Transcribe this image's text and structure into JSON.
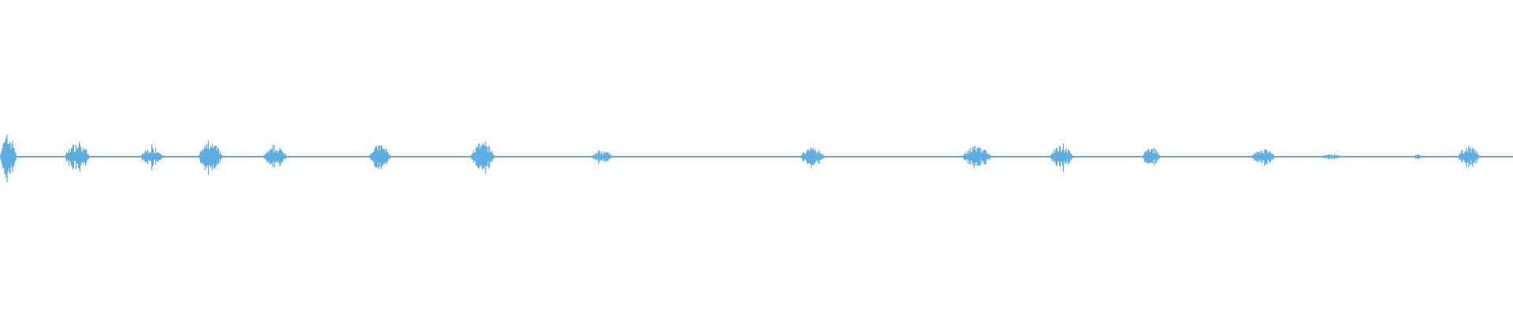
{
  "waveform": {
    "color": "#5dade2",
    "background": "#ffffff",
    "bursts": [
      {
        "start": 0.0,
        "end": 0.011,
        "peak": 0.14
      },
      {
        "start": 0.043,
        "end": 0.059,
        "peak": 0.09
      },
      {
        "start": 0.093,
        "end": 0.108,
        "peak": 0.06
      },
      {
        "start": 0.131,
        "end": 0.147,
        "peak": 0.09
      },
      {
        "start": 0.174,
        "end": 0.19,
        "peak": 0.06
      },
      {
        "start": 0.244,
        "end": 0.258,
        "peak": 0.08
      },
      {
        "start": 0.311,
        "end": 0.327,
        "peak": 0.09
      },
      {
        "start": 0.391,
        "end": 0.405,
        "peak": 0.04
      },
      {
        "start": 0.529,
        "end": 0.545,
        "peak": 0.06
      },
      {
        "start": 0.636,
        "end": 0.655,
        "peak": 0.07
      },
      {
        "start": 0.694,
        "end": 0.709,
        "peak": 0.07
      },
      {
        "start": 0.755,
        "end": 0.767,
        "peak": 0.06
      },
      {
        "start": 0.827,
        "end": 0.843,
        "peak": 0.05
      },
      {
        "start": 0.872,
        "end": 0.888,
        "peak": 0.015
      },
      {
        "start": 0.934,
        "end": 0.94,
        "peak": 0.015
      },
      {
        "start": 0.964,
        "end": 0.978,
        "peak": 0.07
      }
    ]
  }
}
